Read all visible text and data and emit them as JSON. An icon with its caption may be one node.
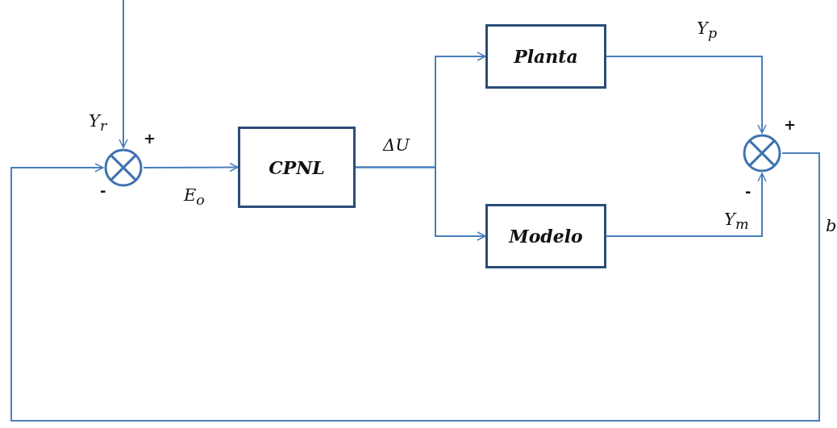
{
  "diagram": {
    "nodes": [
      {
        "text": [],
        "shape": "circle",
        "beside": [
          "+",
          "-"
        ]
      },
      {
        "text": [
          "CPNL"
        ]
      },
      {
        "text": [
          "Planta"
        ]
      },
      {
        "text": [
          "Modelo"
        ]
      },
      {
        "text": [],
        "shape": "circle",
        "beside": [
          "+",
          "-"
        ]
      }
    ],
    "edges": [
      {
        "from": null,
        "to": 0,
        "arrow": "to",
        "label": "Y$_{r}$"
      },
      {
        "from": 0,
        "to": 1,
        "arrow": "to",
        "label": "E$_{o}$"
      },
      {
        "from": 1,
        "to": 2,
        "arrow": "to",
        "label": "ΔU"
      },
      {
        "from": 1,
        "to": 3,
        "arrow": "to"
      },
      {
        "from": 2,
        "to": 4,
        "arrow": "to",
        "label": "Y$_{p}$"
      },
      {
        "from": 3,
        "to": 4,
        "arrow": "to",
        "label": "Y$_{m}$"
      },
      {
        "from": 4,
        "to": 0,
        "arrow": "to",
        "label": "b"
      }
    ]
  }
}
